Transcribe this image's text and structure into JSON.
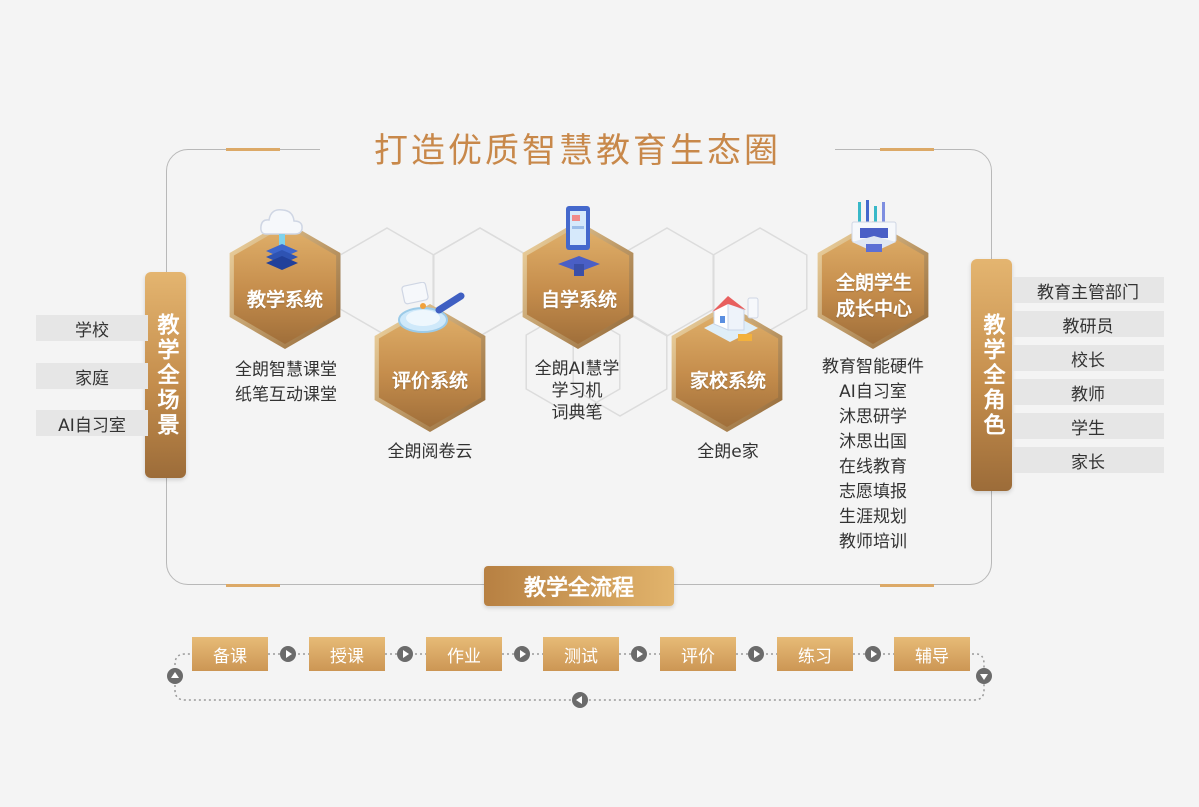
{
  "title": "打造优质智慧教育生态圈",
  "left_panel": {
    "label": "教学全场景",
    "tags": [
      "学校",
      "家庭",
      "AI自习室"
    ]
  },
  "right_panel": {
    "label": "教学全角色",
    "tags": [
      "教育主管部门",
      "教研员",
      "校长",
      "教师",
      "学生",
      "家长"
    ]
  },
  "systems": [
    {
      "label": [
        "教学系统"
      ],
      "items": [
        "全朗智慧课堂",
        "纸笔互动课堂"
      ],
      "icon": "cloud-server-icon"
    },
    {
      "label": [
        "评价系统"
      ],
      "items": [
        "全朗阅卷云"
      ],
      "icon": "magnifier-icon"
    },
    {
      "label": [
        "自学系统"
      ],
      "items": [
        "全朗AI慧学",
        "学习机",
        "词典笔"
      ],
      "icon": "learning-device-icon"
    },
    {
      "label": [
        "家校系统"
      ],
      "items": [
        "全朗e家"
      ],
      "icon": "house-icon"
    },
    {
      "label": [
        "全朗学生",
        "成长中心"
      ],
      "items": [
        "教育智能硬件",
        "AI自习室",
        "沐思研学",
        "沐思出国",
        "在线教育",
        "志愿填报",
        "生涯规划",
        "教师培训"
      ],
      "icon": "growth-center-icon"
    }
  ],
  "process": {
    "label": "教学全流程",
    "steps": [
      "备课",
      "授课",
      "作业",
      "测试",
      "评价",
      "练习",
      "辅导"
    ]
  },
  "colors": {
    "gold": "#c8884a",
    "gold_light": "#e4b570",
    "gold_dark": "#9c6c39",
    "tag_bg": "#e6e6e6",
    "background": "#f4f4f4"
  }
}
